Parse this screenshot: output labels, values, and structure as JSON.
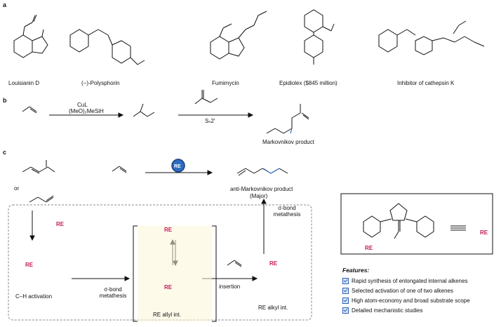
{
  "panels": {
    "a": "a",
    "b": "b",
    "c": "c"
  },
  "compounds": [
    "Louisianin D",
    "(−)-Polysphorin",
    "Fumimycin",
    "Epidiolex ($845 million)",
    "Inhibitor of cathepsin K"
  ],
  "panel_b": {
    "reagent_top": "CuL",
    "reagent_bottom": "(MeO)₂MeSiH",
    "sn2_label": "Sₙ2′",
    "product_label": "Markovnikov product"
  },
  "panel_c": {
    "or_label": "or",
    "catalyst": "RE",
    "product_label": "anti-Markovnikov product",
    "product_sub": "(Major)",
    "sigma_metathesis": "σ-bond metathesis",
    "insertion": "insertion",
    "ch_activation": "C–H activation",
    "re_allyl": "RE allyl int.",
    "re_alkyl": "RE alkyl int."
  },
  "features": {
    "title": "Features:",
    "items": [
      "Rapid synthesis of enlongated internal alkenes",
      "Selected activation of one of two alkenes",
      "High atom-economy and broad substrate scope",
      "Detailed mechanistic studies"
    ]
  },
  "colors": {
    "re": "#c2185b",
    "blue": "#2d6cc0",
    "dash": "#888888",
    "allyl_bg": "#fdf6d8"
  }
}
